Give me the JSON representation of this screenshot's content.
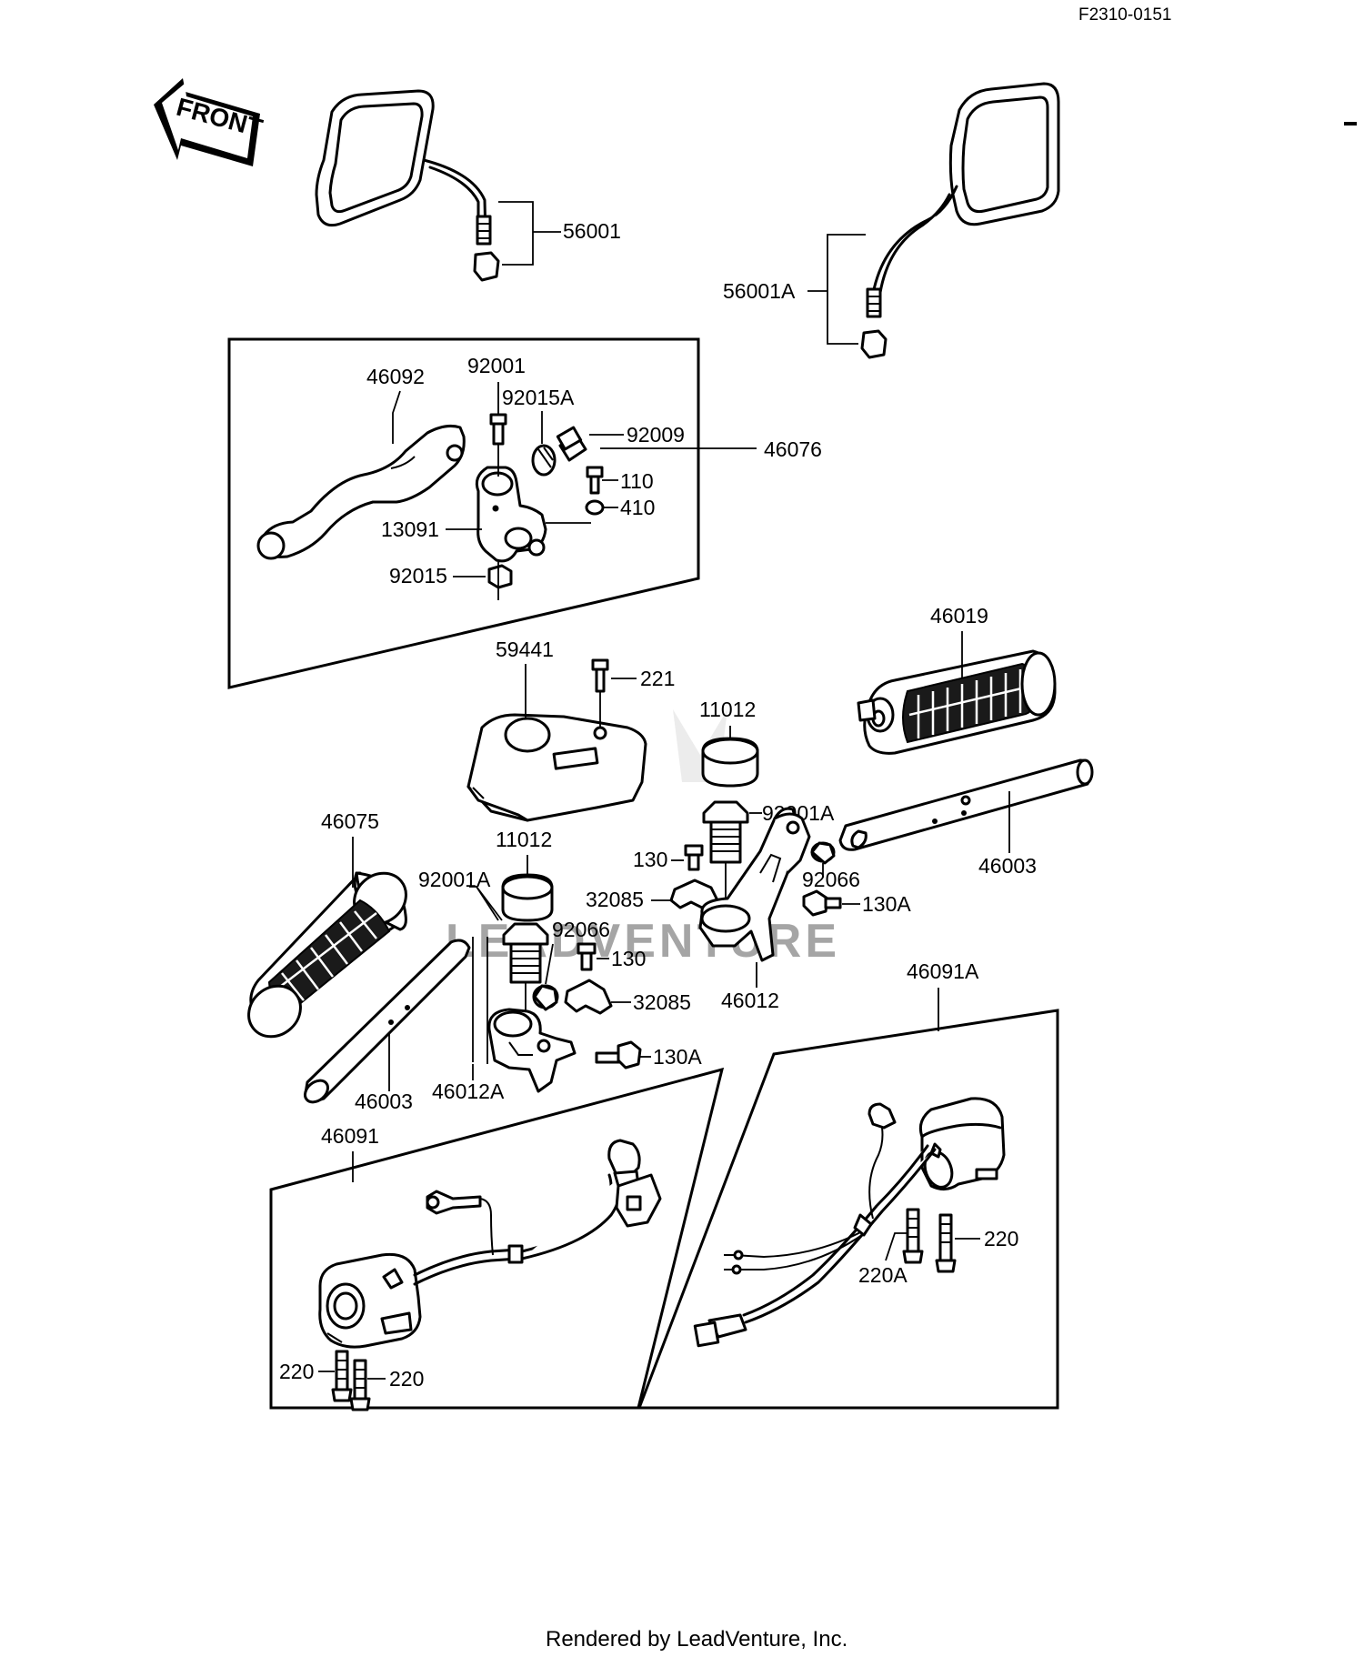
{
  "header": {
    "code": "F2310-0151"
  },
  "front_badge": {
    "text": "FRONT"
  },
  "footer": {
    "text": "Rendered by LeadVenture, Inc."
  },
  "watermark": {
    "text": "LEADVENTURE"
  },
  "labels": {
    "p56001": "56001",
    "p56001A": "56001A",
    "p46092": "46092",
    "p92001": "92001",
    "p92015A": "92015A",
    "p92009": "92009",
    "p46076": "46076",
    "p110": "110",
    "p410": "410",
    "p13091": "13091",
    "p92015": "92015",
    "p46019": "46019",
    "p59441": "59441",
    "p221": "221",
    "p11012_right": "11012",
    "p92001A_right": "92001A",
    "p130_right": "130",
    "p92066_right": "92066",
    "p46003_right": "46003",
    "p32085_right": "32085",
    "p130A_right": "130A",
    "p46075": "46075",
    "p11012_left": "11012",
    "p92001A_left": "92001A",
    "p92066_left": "92066",
    "p130_left": "130",
    "p32085_left": "32085",
    "p46012": "46012",
    "p46091A": "46091A",
    "p130A_left": "130A",
    "p46003_left": "46003",
    "p46012A": "46012A",
    "p46091": "46091",
    "p220_r1": "220",
    "p220A": "220A",
    "p220_l1": "220",
    "p220_l2": "220"
  }
}
